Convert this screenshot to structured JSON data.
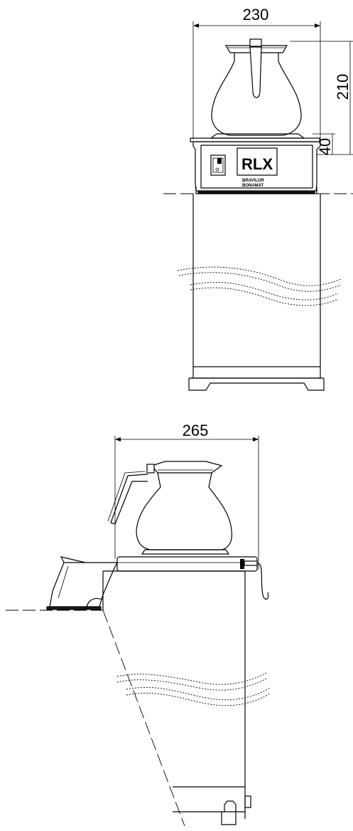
{
  "dimensions": {
    "front_width": "230",
    "front_height": "210",
    "front_base_height": "40",
    "side_depth": "265"
  },
  "labels": {
    "model": "RLX",
    "brand_line1": "BRAVILOR",
    "brand_line2": "BONAMAT"
  }
}
